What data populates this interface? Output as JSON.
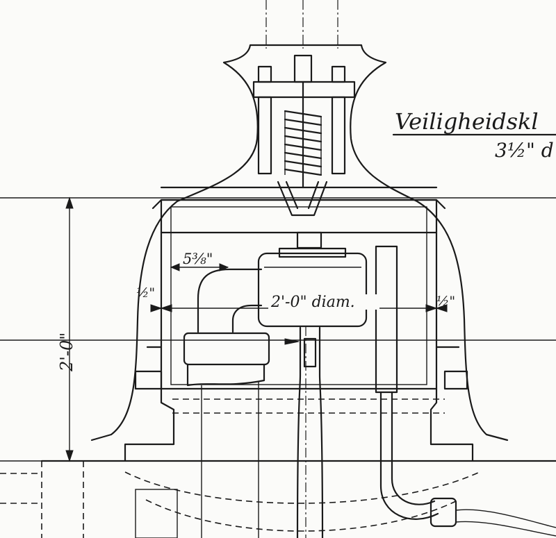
{
  "drawing": {
    "title_line1": "Veiligheidskl",
    "title_line2": "3½\" d",
    "dimensions": {
      "height": "2'-0\"",
      "diameter": "2'-0\" diam.",
      "offset": "5⅜\"",
      "gap_left": "½\"",
      "gap_right": "½\""
    }
  },
  "colors": {
    "ink": "#1a1a1a",
    "paper": "#fbfbf9"
  }
}
